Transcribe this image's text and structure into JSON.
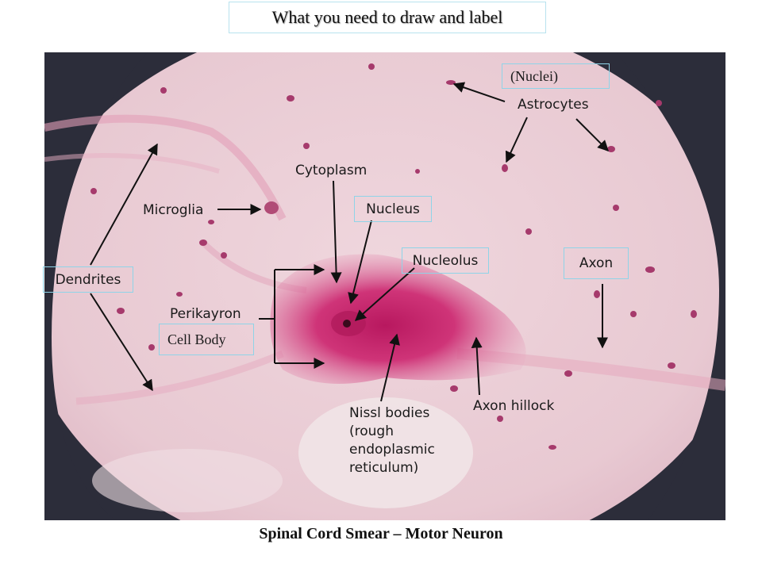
{
  "header": {
    "title": "What you need to draw and label"
  },
  "labels": {
    "nuclei": "(Nuclei)",
    "astrocytes": "Astrocytes",
    "cytoplasm": "Cytoplasm",
    "microglia": "Microglia",
    "nucleus": "Nucleus",
    "nucleolus": "Nucleolus",
    "axon": "Axon",
    "dendrites": "Dendrites",
    "perikaryon": "Perikayron",
    "cell_body": "Cell Body",
    "nissl_line1": "Nissl bodies",
    "nissl_line2": "(rough",
    "nissl_line3": "endoplasmic",
    "nissl_line4": "reticulum)",
    "axon_hillock": "Axon hillock"
  },
  "caption": "Spinal Cord Smear – Motor Neuron",
  "colors": {
    "stain_pink": "#e9c4d0",
    "cell_magenta": "#c8266e",
    "label_border": "#8fd4e8"
  }
}
